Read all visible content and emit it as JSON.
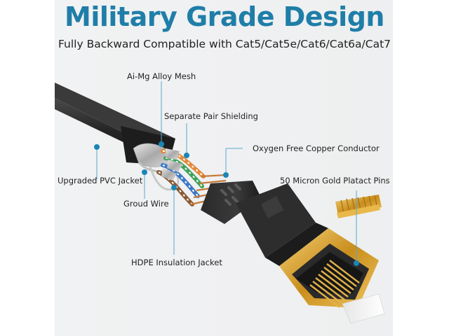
{
  "header": {
    "title": "Military Grade Design",
    "subtitle": "Fully Backward Compatible with Cat5/Cat5e/Cat6/Cat6a/Cat7"
  },
  "callouts": {
    "alloy_mesh": "Ai-Mg Alloy Mesh",
    "pair_shielding": "Separate Pair Shielding",
    "copper_conductor": "Oxygen Free Copper Conductor",
    "pvc_jacket": "Upgraded PVC Jacket",
    "gold_pins": "50 Micron Gold Platact Pins",
    "ground_wire": "Groud Wire",
    "hdpe_jacket": "HDPE Insulation Jacket"
  },
  "colors": {
    "title": "#1f7ea8",
    "callout_dot": "#1a86b8",
    "cable_jacket": "#2b2b2b",
    "gold": "#d9a32c"
  }
}
